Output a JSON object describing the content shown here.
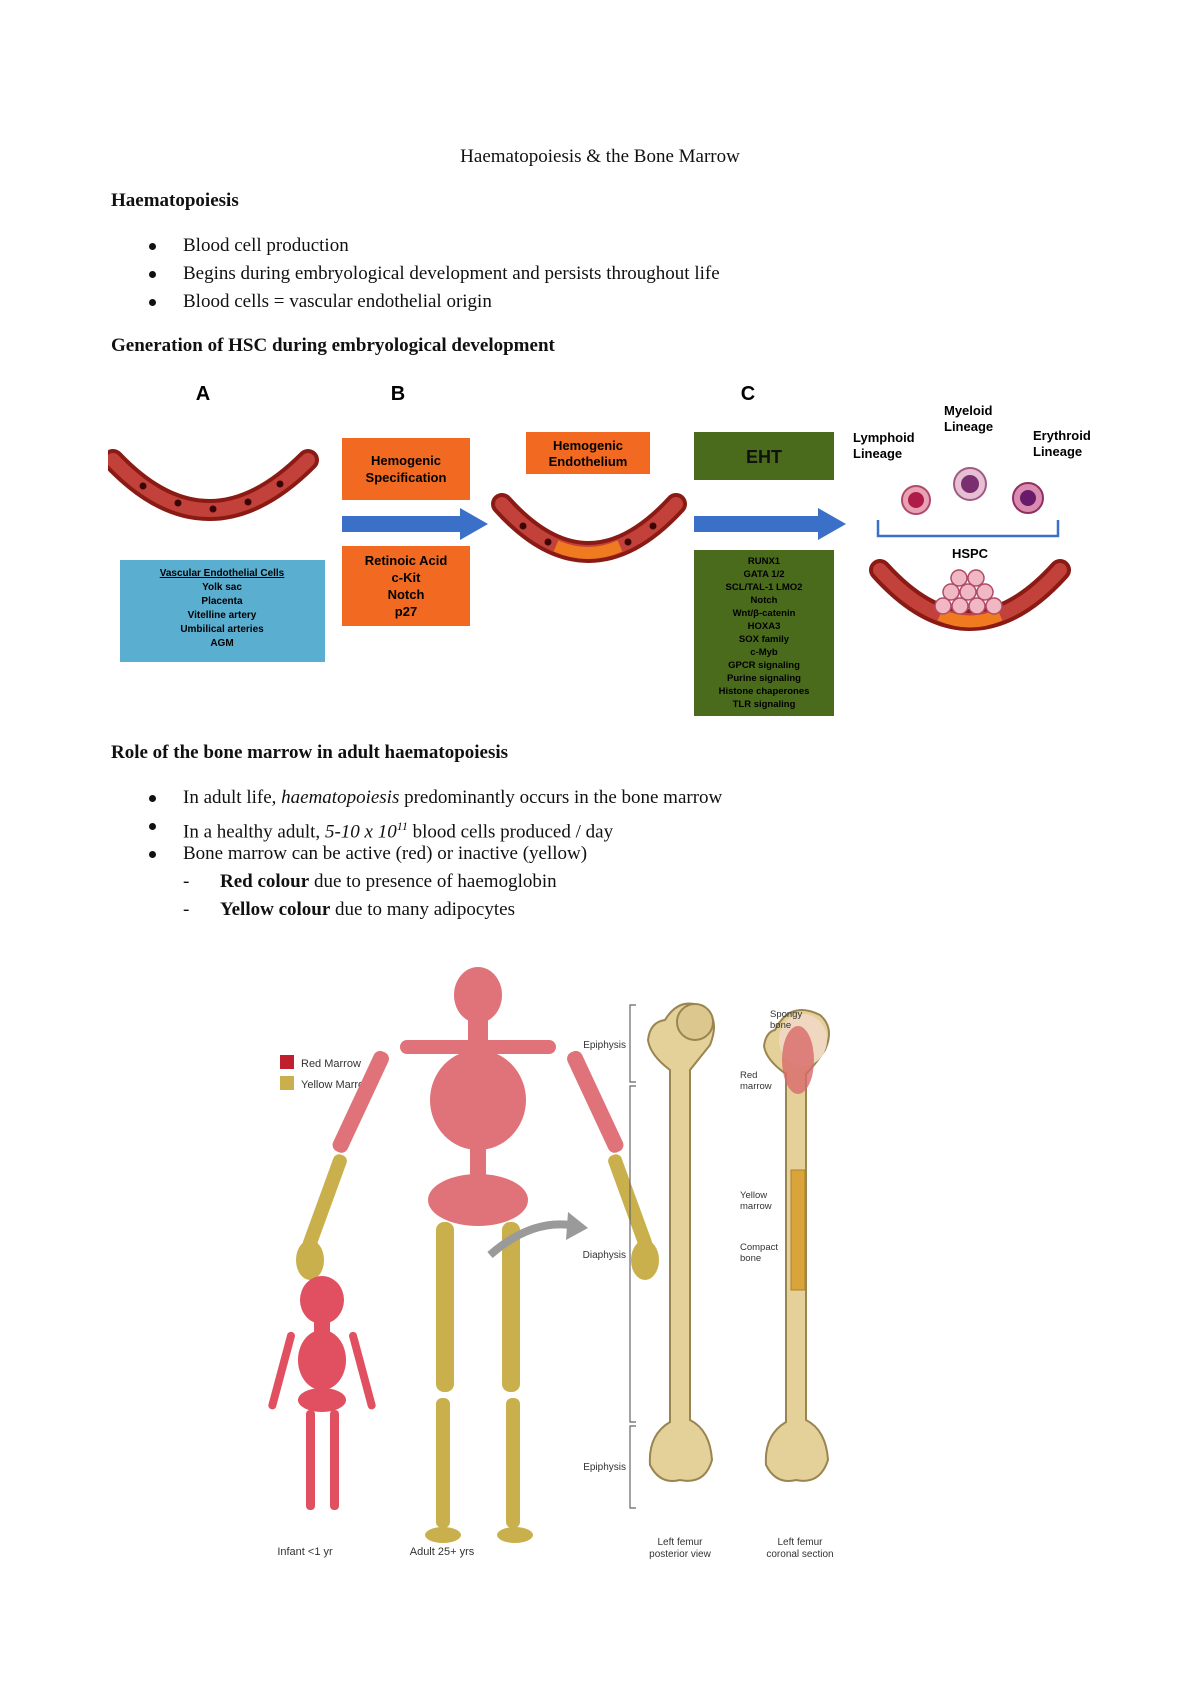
{
  "doc_title": "Haematopoiesis & the Bone Marrow",
  "section1": {
    "heading": "Haematopoiesis",
    "bullets": [
      "Blood cell production",
      "Begins during embryological development and persists throughout life",
      "Blood cells = vascular endothelial origin"
    ]
  },
  "section2": {
    "heading": "Generation of HSC during embryological development"
  },
  "fig1": {
    "panel_a": "A",
    "panel_b": "B",
    "panel_c": "C",
    "hemogenic_spec": [
      "Hemogenic",
      "Specification"
    ],
    "hemogenic_endo": [
      "Hemogenic",
      "Endothelium"
    ],
    "eht": "EHT",
    "vec_title": "Vascular Endothelial Cells",
    "vec_items": [
      "Yolk sac",
      "Placenta",
      "Vitelline artery",
      "Umbilical arteries",
      "AGM"
    ],
    "signals_b": [
      "Retinoic Acid",
      "c-Kit",
      "Notch",
      "p27"
    ],
    "signals_c": [
      "RUNX1",
      "GATA 1/2",
      "SCL/TAL-1 LMO2",
      "Notch",
      "Wnt/β-catenin",
      "HOXA3",
      "SOX family",
      "c-Myb",
      "GPCR signaling",
      "Purine signaling",
      "Histone chaperones",
      "TLR signaling"
    ],
    "lymphoid": [
      "Lymphoid",
      "Lineage"
    ],
    "myeloid": [
      "Myeloid",
      "Lineage"
    ],
    "erythroid": [
      "Erythroid",
      "Lineage"
    ],
    "hspc": "HSPC"
  },
  "section3": {
    "heading": "Role of the bone marrow in adult haematopoiesis",
    "b1_pre": "In adult life, ",
    "b1_em": "haematopoiesis",
    "b1_post": " predominantly occurs in the bone marrow",
    "b2_pre": "In a healthy adult, ",
    "b2_em": "5-10 x 10",
    "b2_sup": "11",
    "b2_post": " blood cells produced / day",
    "b3": "Bone marrow can be active (red) or inactive (yellow)",
    "d1_bold": "Red colour",
    "d1_rest": " due to presence of haemoglobin",
    "d2_bold": "Yellow colour",
    "d2_rest": " due to many adipocytes"
  },
  "fig2": {
    "legend_red": "Red Marrow",
    "legend_yellow": "Yellow Marrow",
    "infant": "Infant <1 yr",
    "adult": "Adult 25+ yrs",
    "epiphysis_top": "Epiphysis",
    "diaphysis": "Diaphysis",
    "epiphysis_bottom": "Epiphysis",
    "spongy": [
      "Spongy",
      "bone"
    ],
    "red_marrow": [
      "Red",
      "marrow"
    ],
    "yellow_marrow": [
      "Yellow",
      "marrow"
    ],
    "compact": [
      "Compact",
      "bone"
    ],
    "femur_post": [
      "Left femur",
      "posterior view"
    ],
    "femur_cor": [
      "Left femur",
      "coronal section"
    ]
  }
}
